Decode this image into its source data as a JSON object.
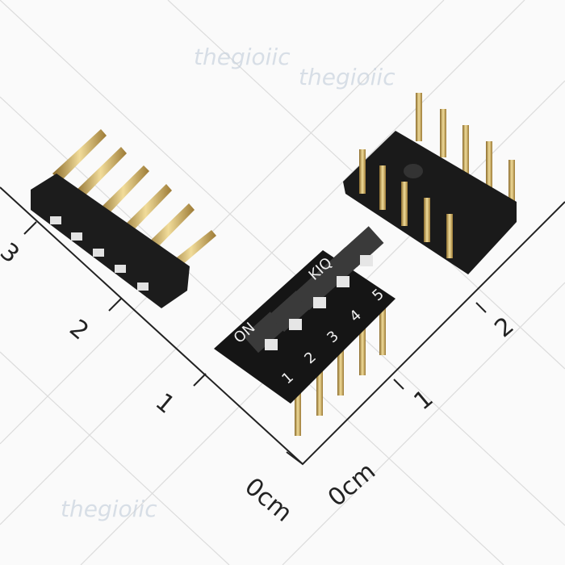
{
  "watermark": {
    "text": "thegioiic",
    "color": "#c9d3de"
  },
  "ruler": {
    "left_labels": [
      "3",
      "2",
      "1",
      "0cm"
    ],
    "right_labels": [
      "0cm",
      "1",
      "2"
    ]
  },
  "center_switch": {
    "on_label": "ON",
    "brand_label": "KIQ",
    "position_numbers": [
      "1",
      "2",
      "3",
      "4",
      "5"
    ]
  },
  "colors": {
    "body": "#1a1a1a",
    "pins": "#c9a85a",
    "actuator": "#e6e6e6",
    "grid": "#d8d8d8",
    "ruler": "#222222"
  }
}
